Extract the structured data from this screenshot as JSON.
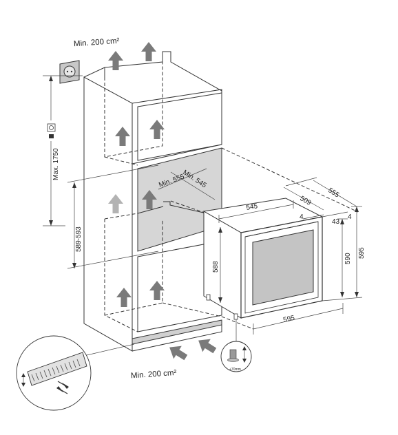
{
  "ventilation": {
    "top_label": "Min. 200 cm²",
    "bottom_label": "Min. 200 cm²"
  },
  "niche": {
    "depth_min_a": "Min. 545",
    "depth_min_b": "Min. 555",
    "socket_height_max": "Max. 1750",
    "niche_height_range": "589-593"
  },
  "appliance": {
    "front_width": "545",
    "depth_509": "509",
    "depth_555": "555",
    "door_offset_4": "4",
    "door_offset_43": "43",
    "door_offset_right_4": "4",
    "inner_height_588": "588",
    "inner_height_590": "590",
    "height_595": "595",
    "width_595": "595"
  },
  "foot": {
    "clearance_label": "+70mm"
  },
  "colors": {
    "line": "#333333",
    "arrow": "#7a7a7a",
    "arrow_faded": "#b3b3b3",
    "shade": "#d6d6d6",
    "glass": "#c4c4c4"
  }
}
